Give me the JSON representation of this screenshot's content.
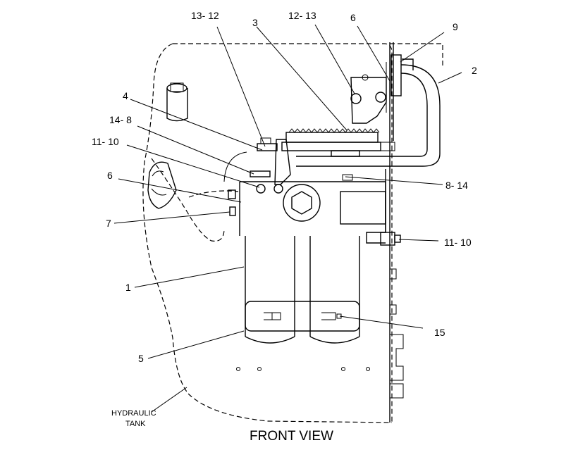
{
  "view_title": "FRONT VIEW",
  "tank_label_line1": "HYDRAULIC",
  "tank_label_line2": "TANK",
  "callouts": {
    "c13_12": "13- 12",
    "c3": "3",
    "c12_13": "12- 13",
    "c6_top": "6",
    "c9": "9",
    "c2": "2",
    "c4": "4",
    "c14_8": "14- 8",
    "c11_10_left": "11- 10",
    "c6_left": "6",
    "c7": "7",
    "c1": "1",
    "c5": "5",
    "c8_14": "8- 14",
    "c11_10_right": "11- 10",
    "c15": "15"
  }
}
